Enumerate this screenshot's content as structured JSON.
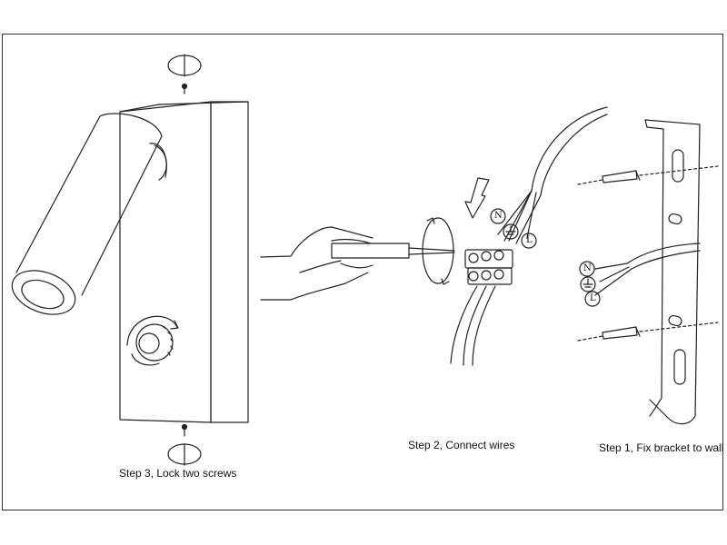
{
  "steps": {
    "step3": "Step 3, Lock two screws",
    "step2": "Step 2, Connect wires",
    "step1": "Step 1, Fix bracket to wall"
  },
  "wire_symbols": {
    "neutral": "N",
    "live": "L"
  }
}
